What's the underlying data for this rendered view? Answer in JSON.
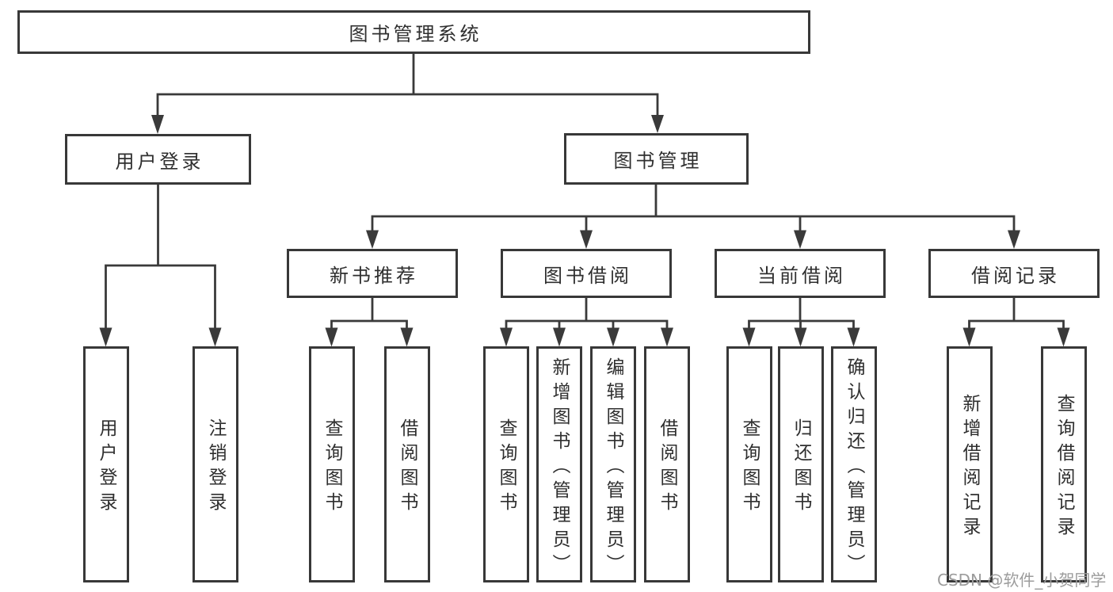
{
  "diagram_title": "图书管理系统",
  "colors": {
    "line": "#3a3a3a",
    "box_border": "#383838",
    "text": "#2f2f2f",
    "watermark": "#9c9c9c",
    "background": "#ffffff"
  },
  "watermark": "CSDN @软件_小贺同学",
  "tree": {
    "label": "图书管理系统",
    "children": [
      {
        "label": "用户登录",
        "children": [
          {
            "label": "用户登录"
          },
          {
            "label": "注销登录"
          }
        ]
      },
      {
        "label": "图书管理",
        "children": [
          {
            "label": "新书推荐",
            "children": [
              {
                "label": "查询图书"
              },
              {
                "label": "借阅图书"
              }
            ]
          },
          {
            "label": "图书借阅",
            "children": [
              {
                "label": "查询图书"
              },
              {
                "label": "新增图书（管理员）"
              },
              {
                "label": "编辑图书（管理员）"
              },
              {
                "label": "借阅图书"
              }
            ]
          },
          {
            "label": "当前借阅",
            "children": [
              {
                "label": "查询图书"
              },
              {
                "label": "归还图书"
              },
              {
                "label": "确认归还（管理员）"
              }
            ]
          },
          {
            "label": "借阅记录",
            "children": [
              {
                "label": "新增借阅记录"
              },
              {
                "label": "查询借阅记录"
              }
            ]
          }
        ]
      }
    ]
  }
}
